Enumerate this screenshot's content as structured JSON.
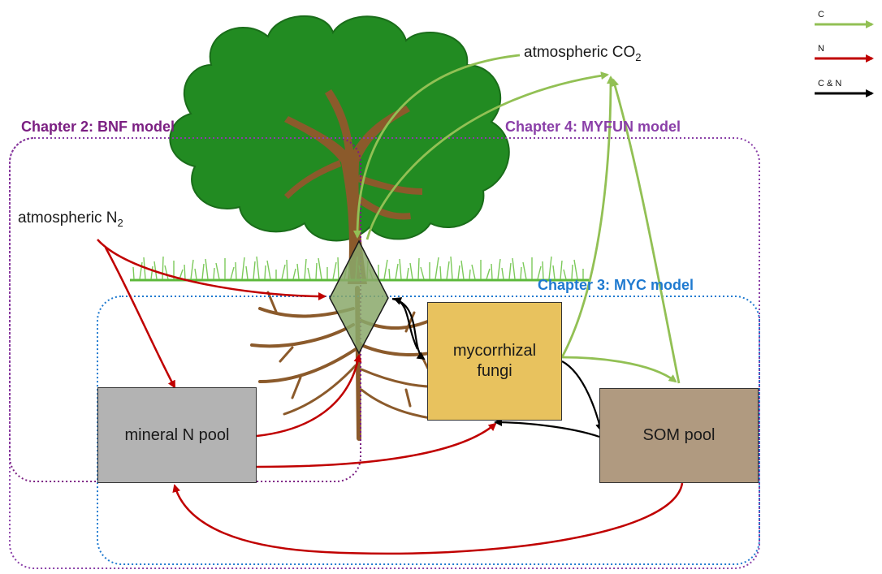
{
  "legend": [
    {
      "label": "C",
      "color": "#92c054"
    },
    {
      "label": "N",
      "color": "#c00000"
    },
    {
      "label": "C & N",
      "color": "#000000"
    }
  ],
  "labels": {
    "atm_co2": "atmospheric CO",
    "atm_co2_sub": "2",
    "atm_n2": "atmospheric N",
    "atm_n2_sub": "2"
  },
  "chapters": {
    "bnf": {
      "label": "Chapter 2: BNF model",
      "color": "#7b1f82"
    },
    "myfun": {
      "label": "Chapter 4: MYFUN model",
      "color": "#8a3fa8"
    },
    "myc": {
      "label": "Chapter 3: MYC model",
      "color": "#1f7ad0"
    }
  },
  "pools": {
    "mineral_n": {
      "label": "mineral N pool",
      "color": "#b3b3b3"
    },
    "mycorrhizal": {
      "label_line1": "mycorrhizal",
      "label_line2": "fungi",
      "color": "#e8c25e"
    },
    "som": {
      "label": "SOM pool",
      "color": "#b09a80"
    }
  },
  "colors": {
    "foliage": "#228b22",
    "foliage_edge": "#1a6d1a",
    "trunk": "#8b5a2b",
    "grass": "#5cb83a",
    "plant_node": "#8aa86a"
  }
}
